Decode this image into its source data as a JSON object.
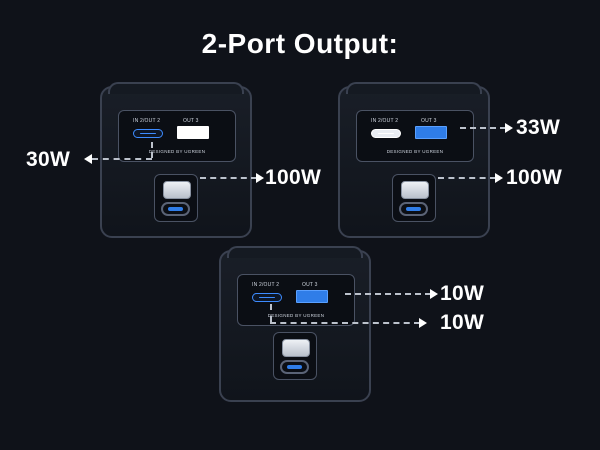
{
  "title": "2-Port Output:",
  "colors": {
    "background": "#0f1219",
    "accent_blue": "#2f7de8",
    "text": "#ffffff"
  },
  "port_labels": {
    "in_out": "IN 2/OUT 2",
    "out": "OUT 3"
  },
  "branding": "DESIGNED BY UGREEN",
  "scenarios": [
    {
      "active_ports": [
        "usb-c",
        "cable"
      ],
      "callouts": [
        "30W",
        "100W"
      ]
    },
    {
      "active_ports": [
        "usb-a",
        "cable"
      ],
      "callouts": [
        "33W",
        "100W"
      ]
    },
    {
      "active_ports": [
        "usb-c",
        "usb-a"
      ],
      "callouts": [
        "10W",
        "10W"
      ]
    }
  ]
}
